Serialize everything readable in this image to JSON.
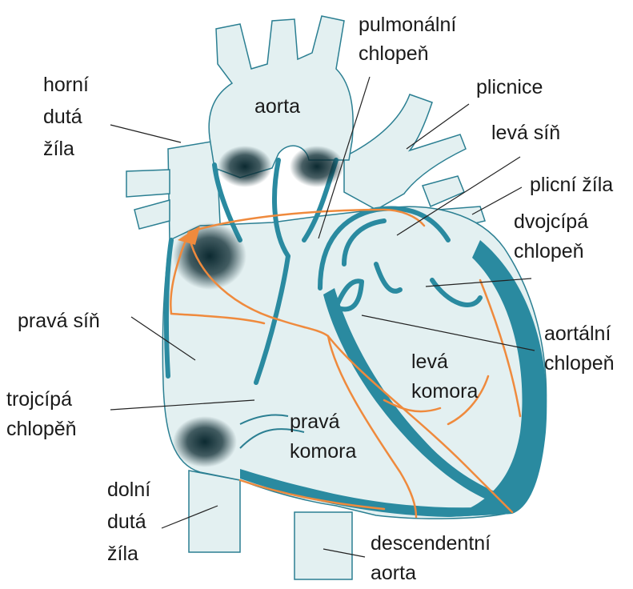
{
  "diagram": {
    "colors": {
      "tissue": "#e3f0f1",
      "outline": "#2b7f92",
      "wall": "#2a8aa0",
      "conduction": "#ef8a3d",
      "shadow": "#0c2a31",
      "leader": "#222222",
      "text": "#1a1a1a"
    },
    "labels": {
      "horni_duta_zila": [
        "horní",
        "dutá",
        "žíla"
      ],
      "aorta": [
        "aorta"
      ],
      "pulmonalni_chlopen": [
        "pulmonální",
        "chlopeň"
      ],
      "plicnice": [
        "plicnice"
      ],
      "leva_sin": [
        "levá síň"
      ],
      "plicni_zila": [
        "plicní žíla"
      ],
      "dvojcipa_chlopen": [
        "dvojcípá",
        "chlopeň"
      ],
      "prava_sin": [
        "pravá síň"
      ],
      "trojcipa_chlopen": [
        "trojcípá",
        "chlopěň"
      ],
      "aortalni_chlopen": [
        "aortální",
        "chlopeň"
      ],
      "leva_komora": [
        "levá",
        "komora"
      ],
      "prava_komora": [
        "pravá",
        "komora"
      ],
      "dolni_duta_zila": [
        "dolní",
        "dutá",
        "žíla"
      ],
      "descendentni_aorta": [
        "descendentní",
        "aorta"
      ]
    }
  }
}
